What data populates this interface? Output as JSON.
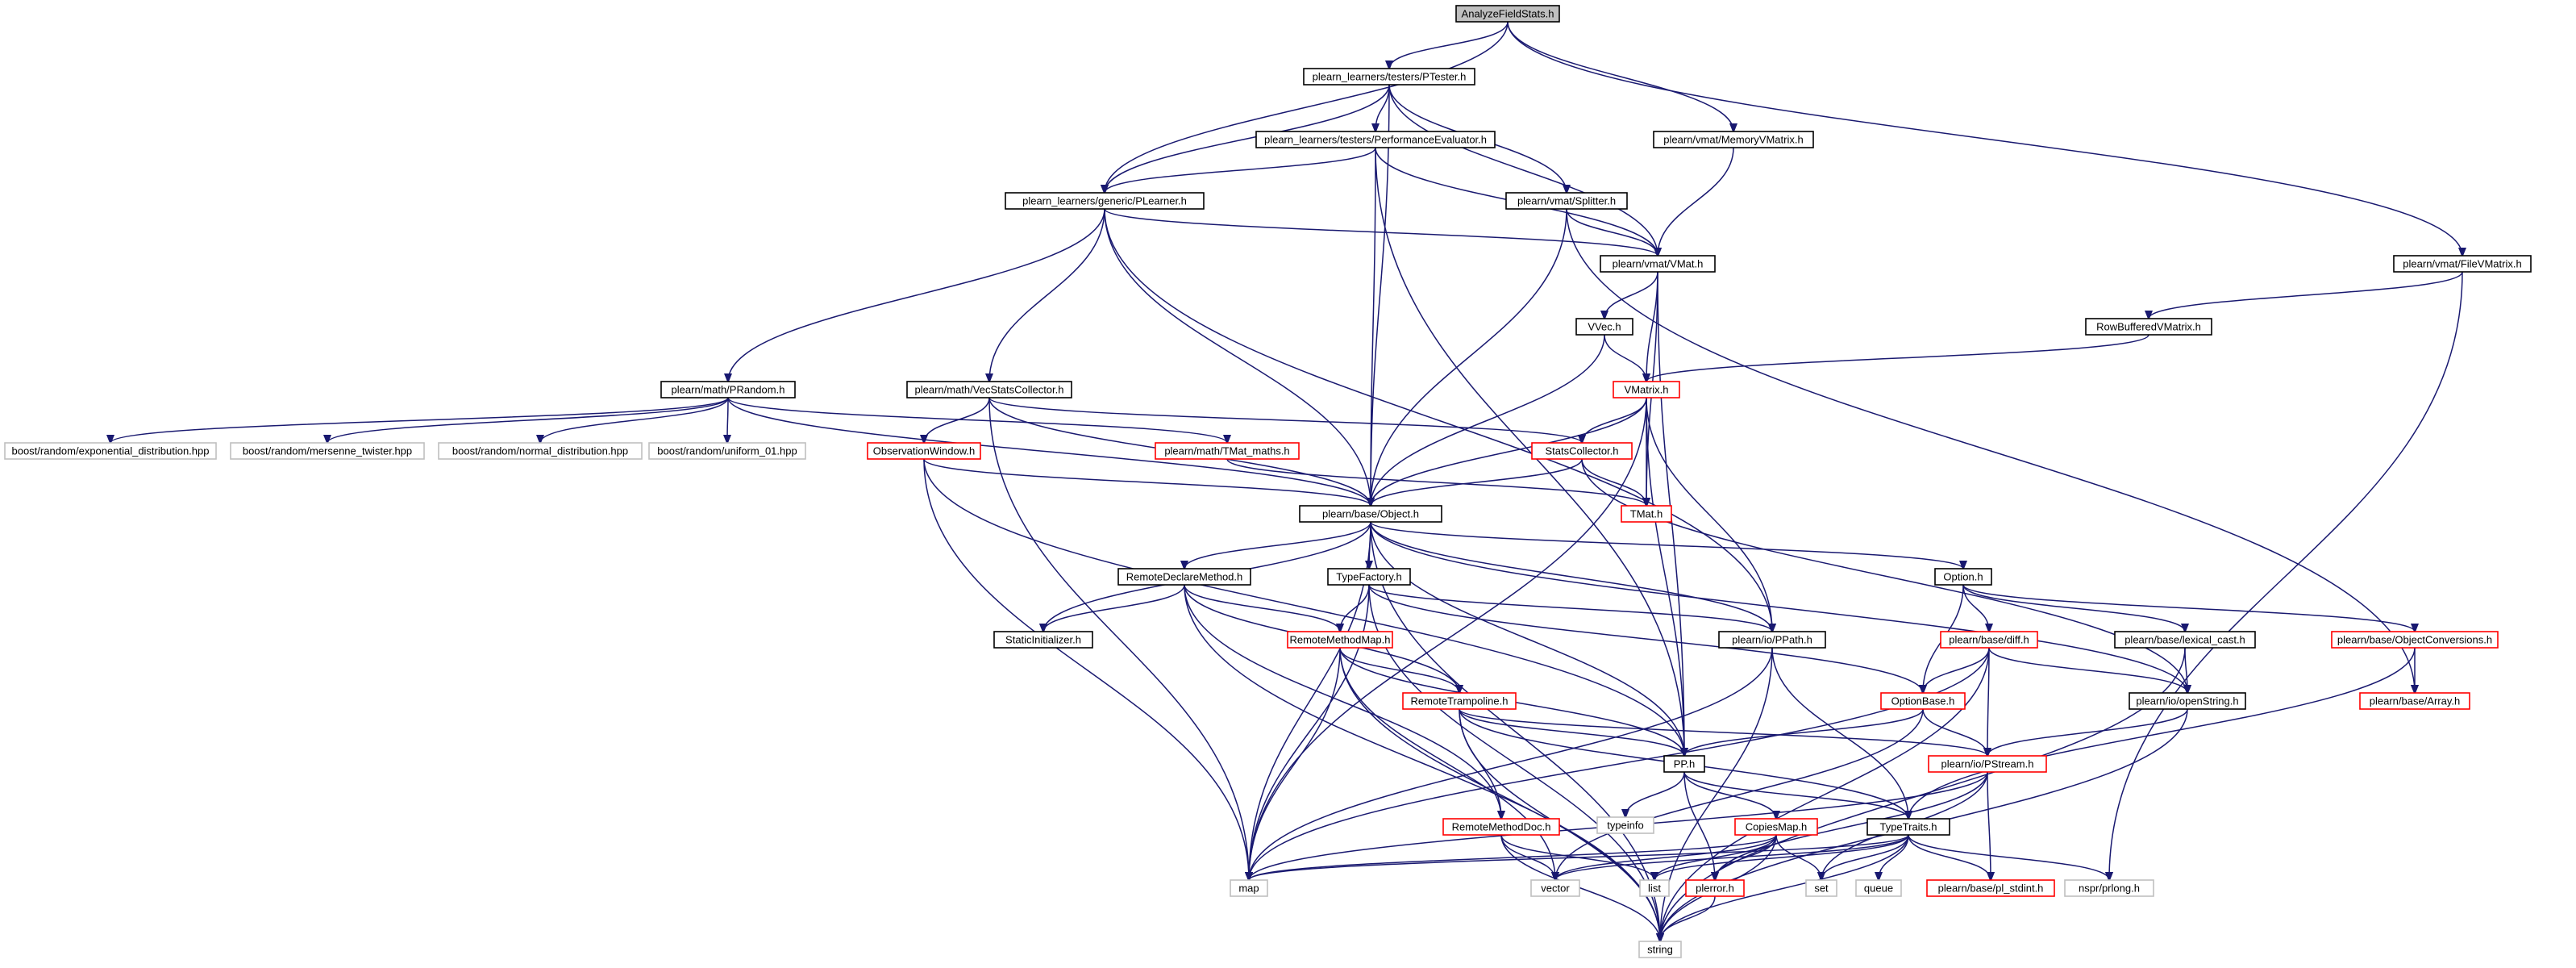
{
  "diagram": {
    "type": "include-dependency-graph",
    "colors": {
      "edge": "#191970",
      "node_normal": "#000000",
      "node_truncated": "#ff0000",
      "node_external": "#bfbfbf",
      "node_root_fill": "#bfbfbf"
    },
    "nodes": [
      {
        "id": "root",
        "label": "AnalyzeFieldStats.h",
        "style": "root"
      },
      {
        "id": "ptester",
        "label": "plearn_learners/testers/PTester.h",
        "style": "normal"
      },
      {
        "id": "perfeval",
        "label": "plearn_learners/testers/PerformanceEvaluator.h",
        "style": "normal"
      },
      {
        "id": "plearner",
        "label": "plearn_learners/generic/PLearner.h",
        "style": "normal"
      },
      {
        "id": "memvmat",
        "label": "plearn/vmat/MemoryVMatrix.h",
        "style": "normal"
      },
      {
        "id": "splitter",
        "label": "plearn/vmat/Splitter.h",
        "style": "normal"
      },
      {
        "id": "vmat",
        "label": "plearn/vmat/VMat.h",
        "style": "normal"
      },
      {
        "id": "filevmat",
        "label": "plearn/vmat/FileVMatrix.h",
        "style": "normal"
      },
      {
        "id": "rowbuf",
        "label": "RowBufferedVMatrix.h",
        "style": "normal"
      },
      {
        "id": "vvec",
        "label": "VVec.h",
        "style": "normal"
      },
      {
        "id": "vmatrix",
        "label": "VMatrix.h",
        "style": "truncated"
      },
      {
        "id": "prandom",
        "label": "plearn/math/PRandom.h",
        "style": "normal"
      },
      {
        "id": "vecstats",
        "label": "plearn/math/VecStatsCollector.h",
        "style": "normal"
      },
      {
        "id": "expdist",
        "label": "boost/random/exponential_distribution.hpp",
        "style": "external"
      },
      {
        "id": "mersenne",
        "label": "boost/random/mersenne_twister.hpp",
        "style": "external"
      },
      {
        "id": "normdist",
        "label": "boost/random/normal_distribution.hpp",
        "style": "external"
      },
      {
        "id": "uniform01",
        "label": "boost/random/uniform_01.hpp",
        "style": "external"
      },
      {
        "id": "obswin",
        "label": "ObservationWindow.h",
        "style": "truncated"
      },
      {
        "id": "tmatmaths",
        "label": "plearn/math/TMat_maths.h",
        "style": "truncated"
      },
      {
        "id": "statscoll",
        "label": "StatsCollector.h",
        "style": "truncated"
      },
      {
        "id": "tmat",
        "label": "TMat.h",
        "style": "truncated"
      },
      {
        "id": "object",
        "label": "plearn/base/Object.h",
        "style": "normal"
      },
      {
        "id": "remotedecl",
        "label": "RemoteDeclareMethod.h",
        "style": "normal"
      },
      {
        "id": "typefactory",
        "label": "TypeFactory.h",
        "style": "normal"
      },
      {
        "id": "option",
        "label": "Option.h",
        "style": "normal"
      },
      {
        "id": "staticinit",
        "label": "StaticInitializer.h",
        "style": "normal"
      },
      {
        "id": "remotemap",
        "label": "RemoteMethodMap.h",
        "style": "truncated"
      },
      {
        "id": "ppath",
        "label": "plearn/io/PPath.h",
        "style": "normal"
      },
      {
        "id": "diff",
        "label": "plearn/base/diff.h",
        "style": "truncated"
      },
      {
        "id": "lexcast",
        "label": "plearn/base/lexical_cast.h",
        "style": "normal"
      },
      {
        "id": "objconv",
        "label": "plearn/base/ObjectConversions.h",
        "style": "truncated"
      },
      {
        "id": "remotetramp",
        "label": "RemoteTrampoline.h",
        "style": "truncated"
      },
      {
        "id": "optionbase",
        "label": "OptionBase.h",
        "style": "truncated"
      },
      {
        "id": "openstring",
        "label": "plearn/io/openString.h",
        "style": "normal"
      },
      {
        "id": "array",
        "label": "plearn/base/Array.h",
        "style": "truncated"
      },
      {
        "id": "pp",
        "label": "PP.h",
        "style": "normal"
      },
      {
        "id": "pstream",
        "label": "plearn/io/PStream.h",
        "style": "truncated"
      },
      {
        "id": "typeinfo",
        "label": "typeinfo",
        "style": "external"
      },
      {
        "id": "remotedoc",
        "label": "RemoteMethodDoc.h",
        "style": "truncated"
      },
      {
        "id": "copiesmap",
        "label": "CopiesMap.h",
        "style": "truncated"
      },
      {
        "id": "typetraits",
        "label": "TypeTraits.h",
        "style": "normal"
      },
      {
        "id": "map",
        "label": "map",
        "style": "external"
      },
      {
        "id": "vector",
        "label": "vector",
        "style": "external"
      },
      {
        "id": "list",
        "label": "list",
        "style": "external"
      },
      {
        "id": "plerror",
        "label": "plerror.h",
        "style": "truncated"
      },
      {
        "id": "set",
        "label": "set",
        "style": "external"
      },
      {
        "id": "queue",
        "label": "queue",
        "style": "external"
      },
      {
        "id": "plstdint",
        "label": "plearn/base/pl_stdint.h",
        "style": "truncated"
      },
      {
        "id": "prlong",
        "label": "nspr/prlong.h",
        "style": "external"
      },
      {
        "id": "string",
        "label": "string",
        "style": "external"
      }
    ],
    "edges": [
      [
        "root",
        "ptester"
      ],
      [
        "root",
        "plearner"
      ],
      [
        "root",
        "memvmat"
      ],
      [
        "root",
        "filevmat"
      ],
      [
        "ptester",
        "perfeval"
      ],
      [
        "ptester",
        "plearner"
      ],
      [
        "ptester",
        "splitter"
      ],
      [
        "ptester",
        "vmat"
      ],
      [
        "ptester",
        "object"
      ],
      [
        "perfeval",
        "plearner"
      ],
      [
        "perfeval",
        "vmat"
      ],
      [
        "perfeval",
        "object"
      ],
      [
        "perfeval",
        "pp"
      ],
      [
        "plearner",
        "prandom"
      ],
      [
        "plearner",
        "vecstats"
      ],
      [
        "plearner",
        "vmat"
      ],
      [
        "plearner",
        "object"
      ],
      [
        "plearner",
        "ppath"
      ],
      [
        "memvmat",
        "vmat"
      ],
      [
        "splitter",
        "vmat"
      ],
      [
        "splitter",
        "object"
      ],
      [
        "splitter",
        "array"
      ],
      [
        "vmat",
        "vvec"
      ],
      [
        "vmat",
        "vmatrix"
      ],
      [
        "vmat",
        "tmat"
      ],
      [
        "vmat",
        "pp"
      ],
      [
        "filevmat",
        "rowbuf"
      ],
      [
        "filevmat",
        "prlong"
      ],
      [
        "rowbuf",
        "vmatrix"
      ],
      [
        "vvec",
        "vmatrix"
      ],
      [
        "vvec",
        "object"
      ],
      [
        "vmatrix",
        "statscoll"
      ],
      [
        "vmatrix",
        "tmat"
      ],
      [
        "vmatrix",
        "object"
      ],
      [
        "vmatrix",
        "ppath"
      ],
      [
        "vmatrix",
        "pp"
      ],
      [
        "vmatrix",
        "map"
      ],
      [
        "prandom",
        "expdist"
      ],
      [
        "prandom",
        "mersenne"
      ],
      [
        "prandom",
        "normdist"
      ],
      [
        "prandom",
        "uniform01"
      ],
      [
        "prandom",
        "object"
      ],
      [
        "prandom",
        "tmatmaths"
      ],
      [
        "vecstats",
        "obswin"
      ],
      [
        "vecstats",
        "statscoll"
      ],
      [
        "vecstats",
        "object"
      ],
      [
        "vecstats",
        "map"
      ],
      [
        "obswin",
        "object"
      ],
      [
        "obswin",
        "map"
      ],
      [
        "obswin",
        "pp"
      ],
      [
        "tmatmaths",
        "tmat"
      ],
      [
        "statscoll",
        "tmat"
      ],
      [
        "statscoll",
        "object"
      ],
      [
        "statscoll",
        "openstring"
      ],
      [
        "object",
        "remotedecl"
      ],
      [
        "object",
        "typefactory"
      ],
      [
        "object",
        "option"
      ],
      [
        "object",
        "staticinit"
      ],
      [
        "object",
        "ppath"
      ],
      [
        "object",
        "pp"
      ],
      [
        "object",
        "map"
      ],
      [
        "object",
        "string"
      ],
      [
        "object",
        "openstring"
      ],
      [
        "remotedecl",
        "staticinit"
      ],
      [
        "remotedecl",
        "remotemap"
      ],
      [
        "remotedecl",
        "remotetramp"
      ],
      [
        "remotedecl",
        "remotedoc"
      ],
      [
        "remotedecl",
        "string"
      ],
      [
        "typefactory",
        "remotemap"
      ],
      [
        "typefactory",
        "ppath"
      ],
      [
        "typefactory",
        "optionbase"
      ],
      [
        "typefactory",
        "map"
      ],
      [
        "typefactory",
        "string"
      ],
      [
        "option",
        "optionbase"
      ],
      [
        "option",
        "diff"
      ],
      [
        "option",
        "lexcast"
      ],
      [
        "option",
        "objconv"
      ],
      [
        "remotemap",
        "remotetramp"
      ],
      [
        "remotemap",
        "pp"
      ],
      [
        "remotemap",
        "map"
      ],
      [
        "remotemap",
        "vector"
      ],
      [
        "remotemap",
        "string"
      ],
      [
        "ppath",
        "typetraits"
      ],
      [
        "ppath",
        "map"
      ],
      [
        "ppath",
        "string"
      ],
      [
        "diff",
        "optionbase"
      ],
      [
        "diff",
        "pstream"
      ],
      [
        "diff",
        "openstring"
      ],
      [
        "diff",
        "map"
      ],
      [
        "diff",
        "string"
      ],
      [
        "lexcast",
        "openstring"
      ],
      [
        "lexcast",
        "string"
      ],
      [
        "objconv",
        "array"
      ],
      [
        "objconv",
        "typetraits"
      ],
      [
        "remotetramp",
        "remotedoc"
      ],
      [
        "remotetramp",
        "pp"
      ],
      [
        "remotetramp",
        "typetraits"
      ],
      [
        "remotetramp",
        "pstream"
      ],
      [
        "remotetramp",
        "string"
      ],
      [
        "optionbase",
        "pp"
      ],
      [
        "optionbase",
        "pstream"
      ],
      [
        "optionbase",
        "vector"
      ],
      [
        "openstring",
        "pstream"
      ],
      [
        "openstring",
        "string"
      ],
      [
        "pp",
        "typeinfo"
      ],
      [
        "pp",
        "copiesmap"
      ],
      [
        "pp",
        "typetraits"
      ],
      [
        "pp",
        "plerror"
      ],
      [
        "pstream",
        "plerror"
      ],
      [
        "pstream",
        "plstdint"
      ],
      [
        "pstream",
        "set"
      ],
      [
        "pstream",
        "map"
      ],
      [
        "remotedoc",
        "vector"
      ],
      [
        "remotedoc",
        "list"
      ],
      [
        "remotedoc",
        "string"
      ],
      [
        "copiesmap",
        "map"
      ],
      [
        "copiesmap",
        "vector"
      ],
      [
        "copiesmap",
        "list"
      ],
      [
        "copiesmap",
        "plerror"
      ],
      [
        "copiesmap",
        "set"
      ],
      [
        "copiesmap",
        "string"
      ],
      [
        "typetraits",
        "map"
      ],
      [
        "typetraits",
        "vector"
      ],
      [
        "typetraits",
        "list"
      ],
      [
        "typetraits",
        "set"
      ],
      [
        "typetraits",
        "queue"
      ],
      [
        "typetraits",
        "plstdint"
      ],
      [
        "typetraits",
        "prlong"
      ],
      [
        "typetraits",
        "string"
      ],
      [
        "plerror",
        "string"
      ]
    ]
  }
}
